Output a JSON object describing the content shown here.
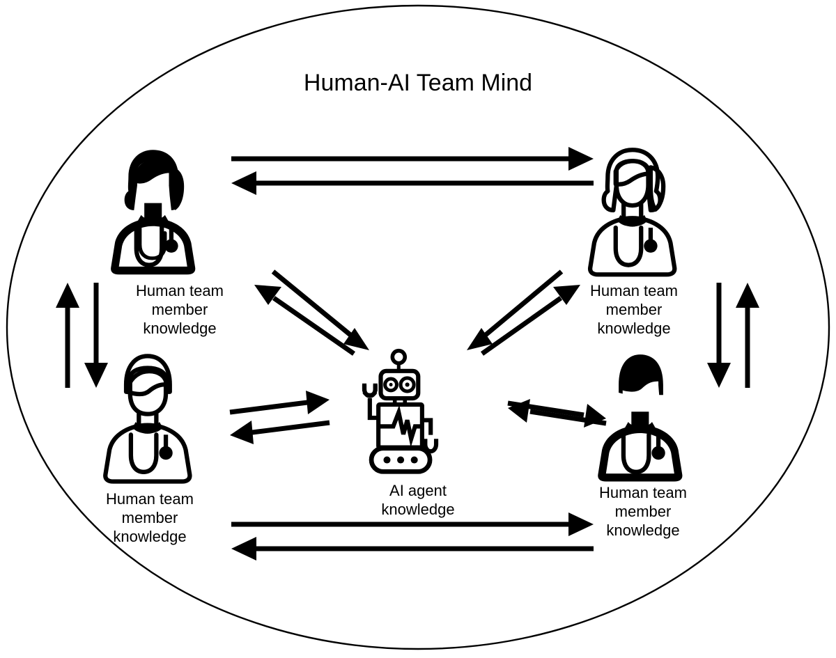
{
  "figure": {
    "title": "Human-AI Team Mind",
    "boundary": {
      "name": "team-mind-boundary",
      "shape": "ellipse",
      "stroke_color": "#000000",
      "fill_color": "#ffffff"
    },
    "background_color": "#ffffff",
    "ink_color": "#000000"
  },
  "nodes": [
    {
      "id": "human-top-left",
      "icon": "female-doctor-filled-icon",
      "label_lines": [
        "Human team",
        "member",
        "knowledge"
      ],
      "label": "Human team member knowledge"
    },
    {
      "id": "human-top-right",
      "icon": "female-doctor-outline-icon",
      "label_lines": [
        "Human team",
        "member",
        "knowledge"
      ],
      "label": "Human team member knowledge"
    },
    {
      "id": "human-bottom-left",
      "icon": "male-doctor-outline-icon",
      "label_lines": [
        "Human team",
        "member",
        "knowledge"
      ],
      "label": "Human team member knowledge"
    },
    {
      "id": "human-bottom-right",
      "icon": "male-doctor-filled-icon",
      "label_lines": [
        "Human team",
        "member",
        "knowledge"
      ],
      "label": "Human team member knowledge"
    },
    {
      "id": "ai-agent-center",
      "icon": "robot-icon",
      "label_lines": [
        "AI agent",
        "knowledge"
      ],
      "label": "AI agent knowledge"
    }
  ],
  "connections": [
    {
      "id": "top-pair",
      "from": "human-top-left",
      "to": "human-top-right",
      "style": "double-opposed-arrows",
      "orientation": "horizontal"
    },
    {
      "id": "bottom-pair",
      "from": "human-bottom-left",
      "to": "human-bottom-right",
      "style": "double-opposed-arrows",
      "orientation": "horizontal"
    },
    {
      "id": "left-pair",
      "from": "human-top-left",
      "to": "human-bottom-left",
      "style": "double-opposed-arrows",
      "orientation": "vertical"
    },
    {
      "id": "right-pair",
      "from": "human-top-right",
      "to": "human-bottom-right",
      "style": "double-opposed-arrows",
      "orientation": "vertical"
    },
    {
      "id": "tl-center-pair",
      "from": "human-top-left",
      "to": "ai-agent-center",
      "style": "double-opposed-arrows",
      "orientation": "diagonal"
    },
    {
      "id": "tr-center-pair",
      "from": "human-top-right",
      "to": "ai-agent-center",
      "style": "double-opposed-arrows",
      "orientation": "diagonal"
    },
    {
      "id": "bl-center-pair",
      "from": "human-bottom-left",
      "to": "ai-agent-center",
      "style": "double-opposed-arrows",
      "orientation": "horizontal"
    },
    {
      "id": "br-center-pair",
      "from": "human-bottom-right",
      "to": "ai-agent-center",
      "style": "double-opposed-arrows",
      "orientation": "horizontal"
    }
  ],
  "labels": {
    "title": "Human-AI Team Mind",
    "human_line1": "Human team",
    "human_line2": "member",
    "human_line3": "knowledge",
    "ai_line1": "AI agent",
    "ai_line2": "knowledge"
  }
}
